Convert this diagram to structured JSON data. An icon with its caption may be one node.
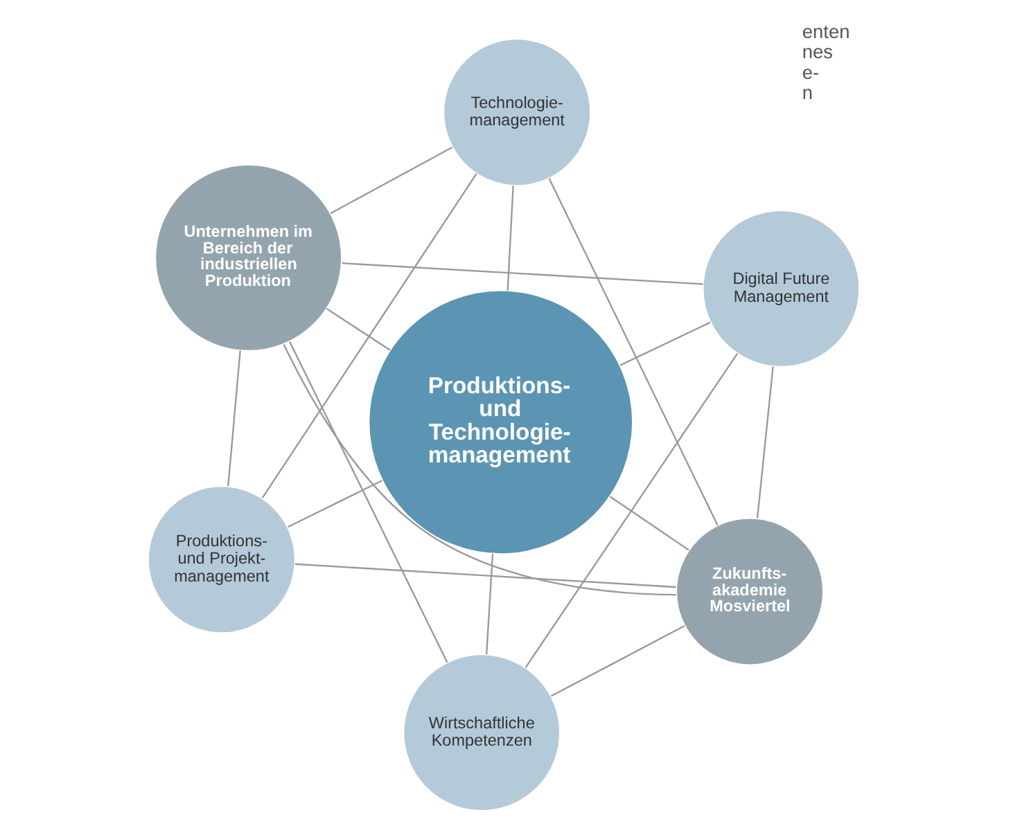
{
  "diagram": {
    "nodes": [
      {
        "text": [
          "Technologie- management"
        ]
      },
      {
        "text": [
          "Produktions- und Projekt- management"
        ]
      },
      {
        "text": [
          "Zukunfts- akademie Mosviertel"
        ]
      },
      {
        "text": [
          "Unternehmen im Bereich der industriellen Produktion"
        ]
      },
      {
        "text": [
          "Produktions- und Technologie- management"
        ]
      },
      {
        "text": [
          "Wirtschaftliche Kompetenzen"
        ]
      },
      {
        "text": [
          "Digital Future Management"
        ]
      }
    ],
    "edges": [
      {
        "from": 0,
        "to": 1,
        "arrow": "none"
      },
      {
        "from": 0,
        "to": 3,
        "arrow": "none"
      },
      {
        "from": 0,
        "to": 4,
        "arrow": "none"
      },
      {
        "from": 0,
        "to": 2,
        "arrow": "none"
      },
      {
        "from": 1,
        "to": 3,
        "arrow": "none"
      },
      {
        "from": 1,
        "to": 4,
        "arrow": "none"
      },
      {
        "from": 1,
        "to": 2,
        "arrow": "none"
      },
      {
        "from": 2,
        "to": 4,
        "arrow": "none"
      },
      {
        "from": 2,
        "to": 3,
        "arrow": "none"
      },
      {
        "from": 2,
        "to": 5,
        "arrow": "none"
      },
      {
        "from": 3,
        "to": 4,
        "arrow": "none"
      },
      {
        "from": 3,
        "to": 6,
        "arrow": "none"
      },
      {
        "from": 3,
        "to": 5,
        "arrow": "none"
      },
      {
        "from": 4,
        "to": 5,
        "arrow": "none"
      },
      {
        "from": 4,
        "to": 6,
        "arrow": "none"
      },
      {
        "from": 5,
        "to": 6,
        "arrow": "none"
      },
      {
        "from": 2,
        "to": 6,
        "arrow": "none"
      }
    ],
    "labels": [
      "enten",
      "nes",
      "e-",
      "n"
    ]
  }
}
